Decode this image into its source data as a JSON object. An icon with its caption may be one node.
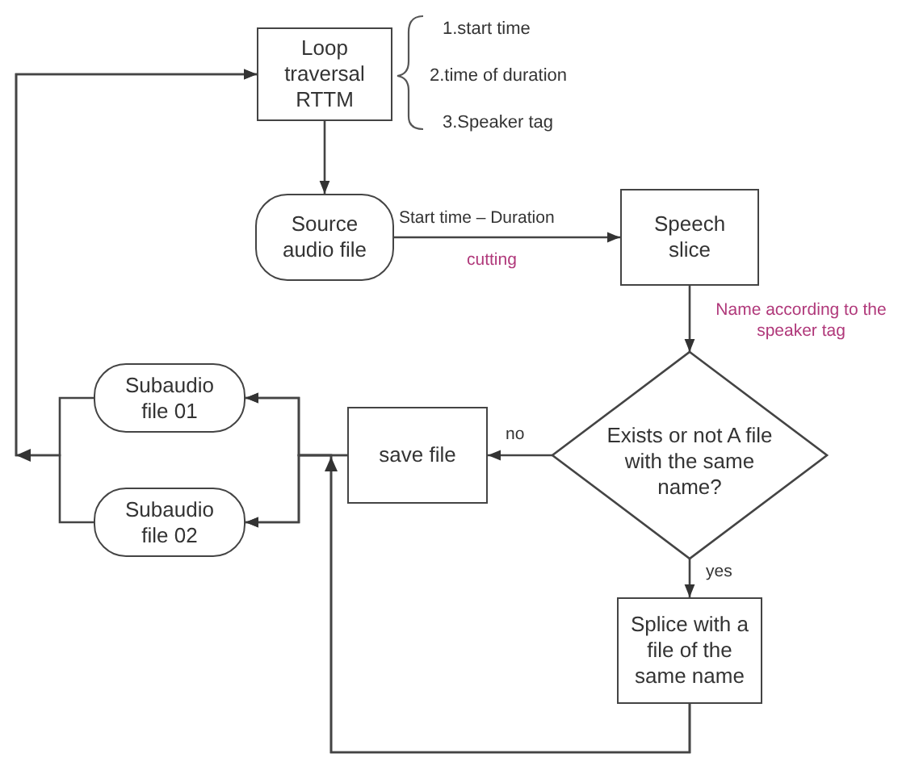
{
  "diagram": {
    "nodes": [
      {
        "text": [
          "Loop traversal RTTM"
        ],
        "beside": [
          "1.start time",
          "2.time of duration",
          "3.Speaker tag"
        ]
      },
      {
        "text": [
          "Source audio file"
        ]
      },
      {
        "text": [
          "Speech slice"
        ]
      },
      {
        "text": [
          "Exists or not A file with the same name?"
        ]
      },
      {
        "text": [
          "save file"
        ]
      },
      {
        "text": [
          "Subaudio file 01"
        ]
      },
      {
        "text": [
          "Subaudio file 02"
        ]
      },
      {
        "text": [
          "Splice with a file of the same name"
        ]
      }
    ],
    "edges": [
      {
        "from": 0,
        "to": 1,
        "arrow": "to"
      },
      {
        "from": 1,
        "to": 2,
        "arrow": "to",
        "label": "Start time – Duration"
      },
      {
        "from": 2,
        "to": 3,
        "arrow": "to",
        "label": "Name according to the speaker tag"
      },
      {
        "from": 3,
        "to": 4,
        "arrow": "to",
        "label": "no"
      },
      {
        "from": 3,
        "to": 7,
        "arrow": "to",
        "label": "yes"
      },
      {
        "from": 4,
        "to": 5,
        "arrow": "to"
      },
      {
        "from": 4,
        "to": 6,
        "arrow": "to"
      },
      {
        "from": 5,
        "to": 0,
        "arrow": "to"
      },
      {
        "from": 6,
        "to": 0,
        "arrow": "to"
      },
      {
        "from": 7,
        "to": 5,
        "arrow": "to"
      },
      {
        "from": 7,
        "to": 6,
        "arrow": "to"
      }
    ],
    "labels": [
      "cutting"
    ]
  }
}
